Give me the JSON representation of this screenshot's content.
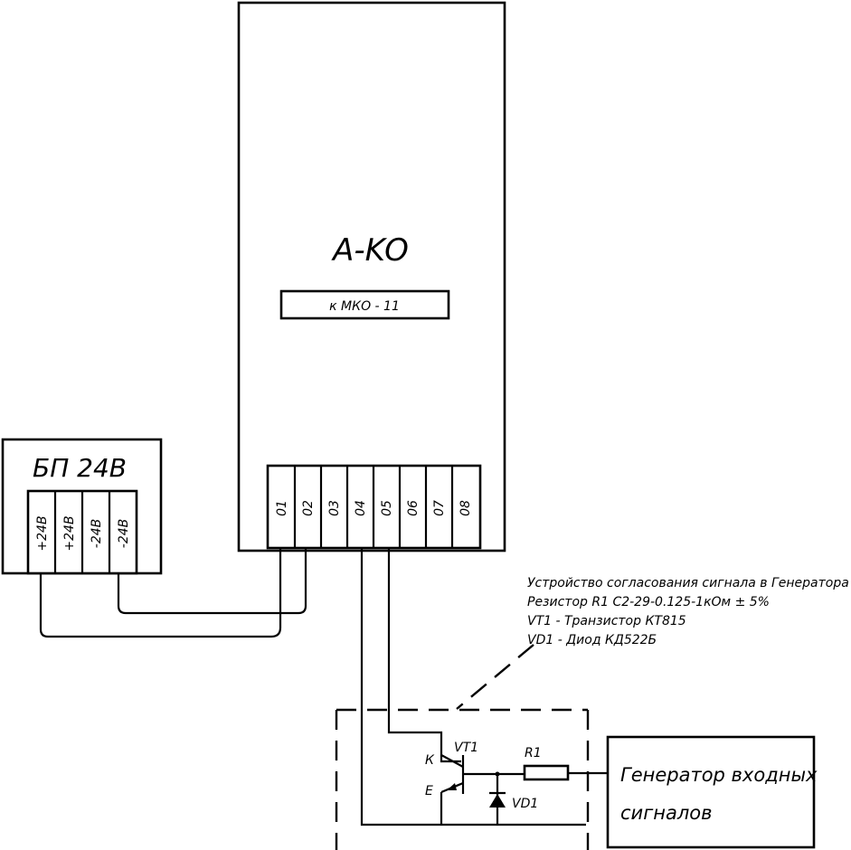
{
  "module": {
    "title": "A-KO",
    "label": "к МКО - 11",
    "terminals": [
      "01",
      "02",
      "03",
      "04",
      "05",
      "06",
      "07",
      "08"
    ]
  },
  "power_supply": {
    "title": "БП 24В",
    "terminals": [
      "+24В",
      "+24В",
      "-24В",
      "-24В"
    ]
  },
  "interface_note": {
    "lines": [
      "Устройство согласования сигнала в Генератора",
      "Резистор R1 С2-29-0.125-1кОм ± 5%",
      "VT1 - Транзистор КТ815",
      "VD1 - Диод КД522Б"
    ]
  },
  "circuit": {
    "transistor": "VT1",
    "collector": "К",
    "emitter": "Е",
    "resistor": "R1",
    "diode": "VD1"
  },
  "generator": {
    "line1": "Генератор входных",
    "line2": "сигналов"
  }
}
